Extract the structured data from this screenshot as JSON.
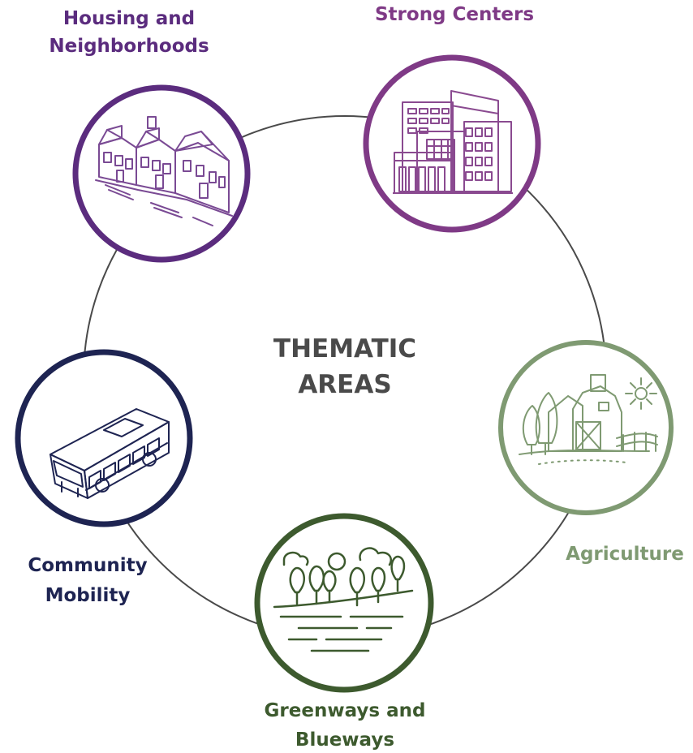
{
  "center": {
    "line1": "THEMATIC",
    "line2": "AREAS"
  },
  "areas": {
    "housing": {
      "line1": "Housing and",
      "line2": "Neighborhoods",
      "icon": "townhouses-icon",
      "color": "#5b2c7e"
    },
    "centers": {
      "line1": "Strong Centers",
      "icon": "city-buildings-icon",
      "color": "#7f3a86"
    },
    "agriculture": {
      "line1": "Agriculture",
      "icon": "barn-icon",
      "color": "#7f9a72"
    },
    "greenways": {
      "line1": "Greenways and",
      "line2": "Blueways",
      "icon": "park-river-icon",
      "color": "#3d5a2e"
    },
    "mobility": {
      "line1": "Community",
      "line2": "Mobility",
      "icon": "bus-icon",
      "color": "#1e2452"
    }
  },
  "ring_color": "#4a4a4a"
}
